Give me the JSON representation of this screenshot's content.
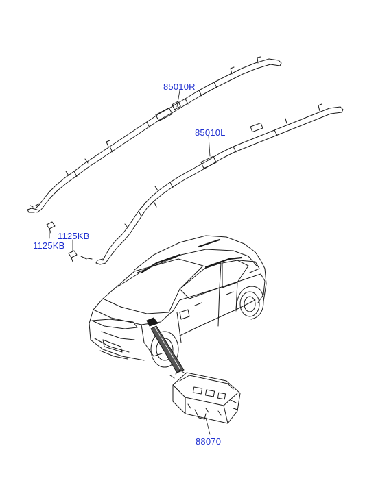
{
  "labels": {
    "curtain_right": "85010R",
    "curtain_left": "85010L",
    "bolt_upper": "1125KB",
    "bolt_lower": "1125KB",
    "module": "88070"
  },
  "colors": {
    "label": "#1f2fd0",
    "line": "#1a1a1a"
  }
}
